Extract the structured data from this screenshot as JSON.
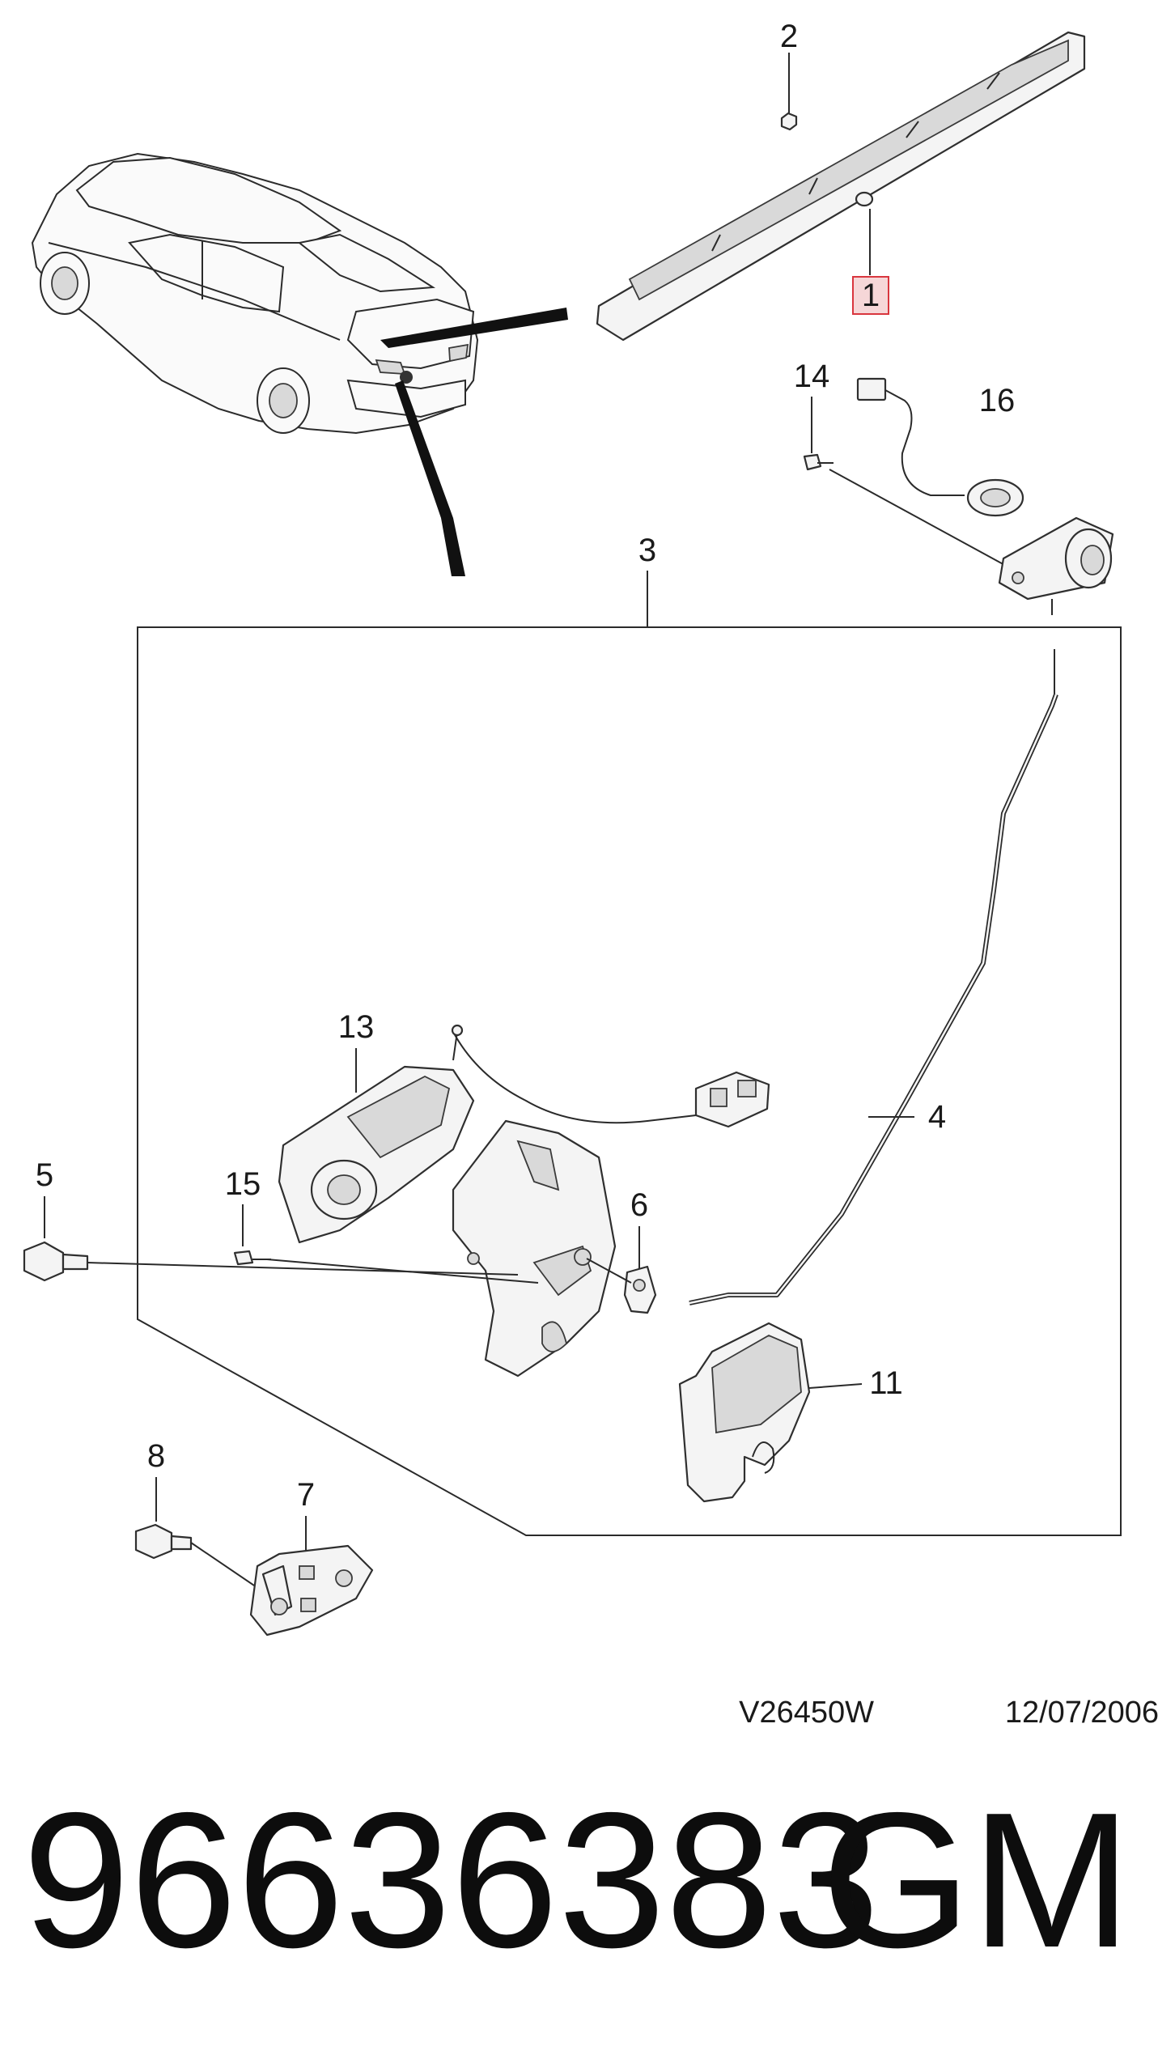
{
  "diagram": {
    "callouts": {
      "c1": "1",
      "c2": "2",
      "c3": "3",
      "c4": "4",
      "c5": "5",
      "c6": "6",
      "c7": "7",
      "c8": "8",
      "c11": "11",
      "c13": "13",
      "c14": "14",
      "c15": "15",
      "c16": "16"
    },
    "highlight_color": "#d9363e",
    "highlighted_callout": "1",
    "reference": {
      "code": "V26450W",
      "date": "12/07/2006"
    }
  },
  "footer": {
    "part_number": "96636383",
    "brand": "GM"
  }
}
